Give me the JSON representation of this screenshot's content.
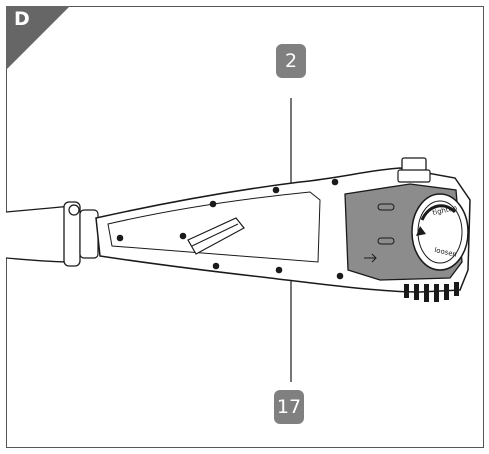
{
  "figure": {
    "section_label": "D",
    "callouts": [
      {
        "id": "callout-2",
        "label": "2"
      },
      {
        "id": "callout-17",
        "label": "17"
      }
    ],
    "knob_text": {
      "tighten": "tighten",
      "loosen": "loosen"
    }
  },
  "colors": {
    "badge": "#666666",
    "callout": "#808080",
    "line": "#1a1a1a",
    "panel": "#8c8c8c"
  }
}
